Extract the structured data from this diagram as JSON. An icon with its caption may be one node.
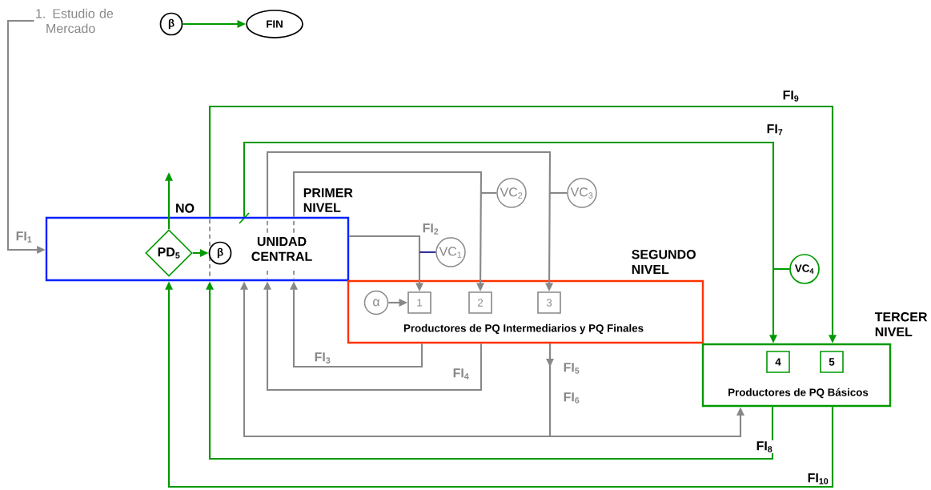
{
  "diagram": {
    "nodes": [
      {
        "text": [
          "1. Estudio de Mercado"
        ]
      },
      {
        "text": [
          "β"
        ]
      },
      {
        "text": [
          "FIN"
        ]
      },
      {
        "text": [
          "UNIDAD CENTRAL"
        ],
        "beside": [
          "PRIMER NIVEL"
        ]
      },
      {
        "text": [
          "PD$_{5}$"
        ],
        "in": 3
      },
      {
        "text": [
          "β"
        ],
        "in": 3
      },
      {
        "text": [
          "VC$_{1}$"
        ]
      },
      {
        "text": [
          "VC$_{2}$"
        ]
      },
      {
        "text": [
          "VC$_{3}$"
        ]
      },
      {
        "text": [
          "Productores de PQ Intermediarios y PQ Finales"
        ],
        "beside": [
          "SEGUNDO NIVEL"
        ]
      },
      {
        "text": [
          "α"
        ],
        "in": 9
      },
      {
        "text": [
          "1"
        ],
        "in": 9
      },
      {
        "text": [
          "2"
        ],
        "in": 9
      },
      {
        "text": [
          "3"
        ],
        "in": 9
      },
      {
        "text": [
          "VC$_{4}$"
        ]
      },
      {
        "text": [
          "Productores de PQ Básicos"
        ],
        "beside": [
          "TERCER NIVEL"
        ]
      },
      {
        "text": [
          "4"
        ],
        "in": 15
      },
      {
        "text": [
          "5"
        ],
        "in": 15
      }
    ],
    "edges": [
      {
        "from": 0,
        "to": 3,
        "arrow": "to",
        "label": "FI$_{1}$"
      },
      {
        "from": 1,
        "to": 2,
        "arrow": "to",
        "color": "#009900"
      },
      {
        "from": 4,
        "to": 5,
        "arrow": "to",
        "color": "#009900"
      },
      {
        "from": 4,
        "to": null,
        "arrow": "to",
        "label": "NO",
        "color": "#009900"
      },
      {
        "from": 3,
        "to": 11,
        "arrow": "to",
        "label": "FI$_{2}$"
      },
      {
        "from": 3,
        "to": 12,
        "arrow": "to"
      },
      {
        "from": 3,
        "to": 13,
        "arrow": "to"
      },
      {
        "from": 6,
        "to": null,
        "arrow": "none",
        "color": "#333399"
      },
      {
        "from": 9,
        "to": 3,
        "arrow": "to",
        "label": "FI$_{3}$"
      },
      {
        "from": 9,
        "to": 3,
        "arrow": "to",
        "label": "FI$_{4}$"
      },
      {
        "from": 9,
        "to": 3,
        "arrow": "to",
        "label": "FI$_{5}$"
      },
      {
        "from": 9,
        "to": 15,
        "arrow": "to",
        "label": "FI$_{6}$"
      },
      {
        "from": 3,
        "to": 15,
        "arrow": "to",
        "label": "FI$_{7}$",
        "color": "#009900"
      },
      {
        "from": 3,
        "to": 15,
        "arrow": "to",
        "label": "FI$_{9}$",
        "color": "#009900"
      },
      {
        "from": 14,
        "to": null,
        "arrow": "none",
        "color": "#009900"
      },
      {
        "from": 15,
        "to": 3,
        "arrow": "to",
        "label": "FI$_{8}$",
        "color": "#009900"
      },
      {
        "from": 15,
        "to": 3,
        "arrow": "to",
        "label": "FI$_{10}$",
        "color": "#009900"
      },
      {
        "from": 10,
        "to": 11,
        "arrow": "to"
      },
      {
        "from": 7,
        "to": null,
        "arrow": "none"
      },
      {
        "from": 8,
        "to": null,
        "arrow": "none"
      }
    ]
  }
}
